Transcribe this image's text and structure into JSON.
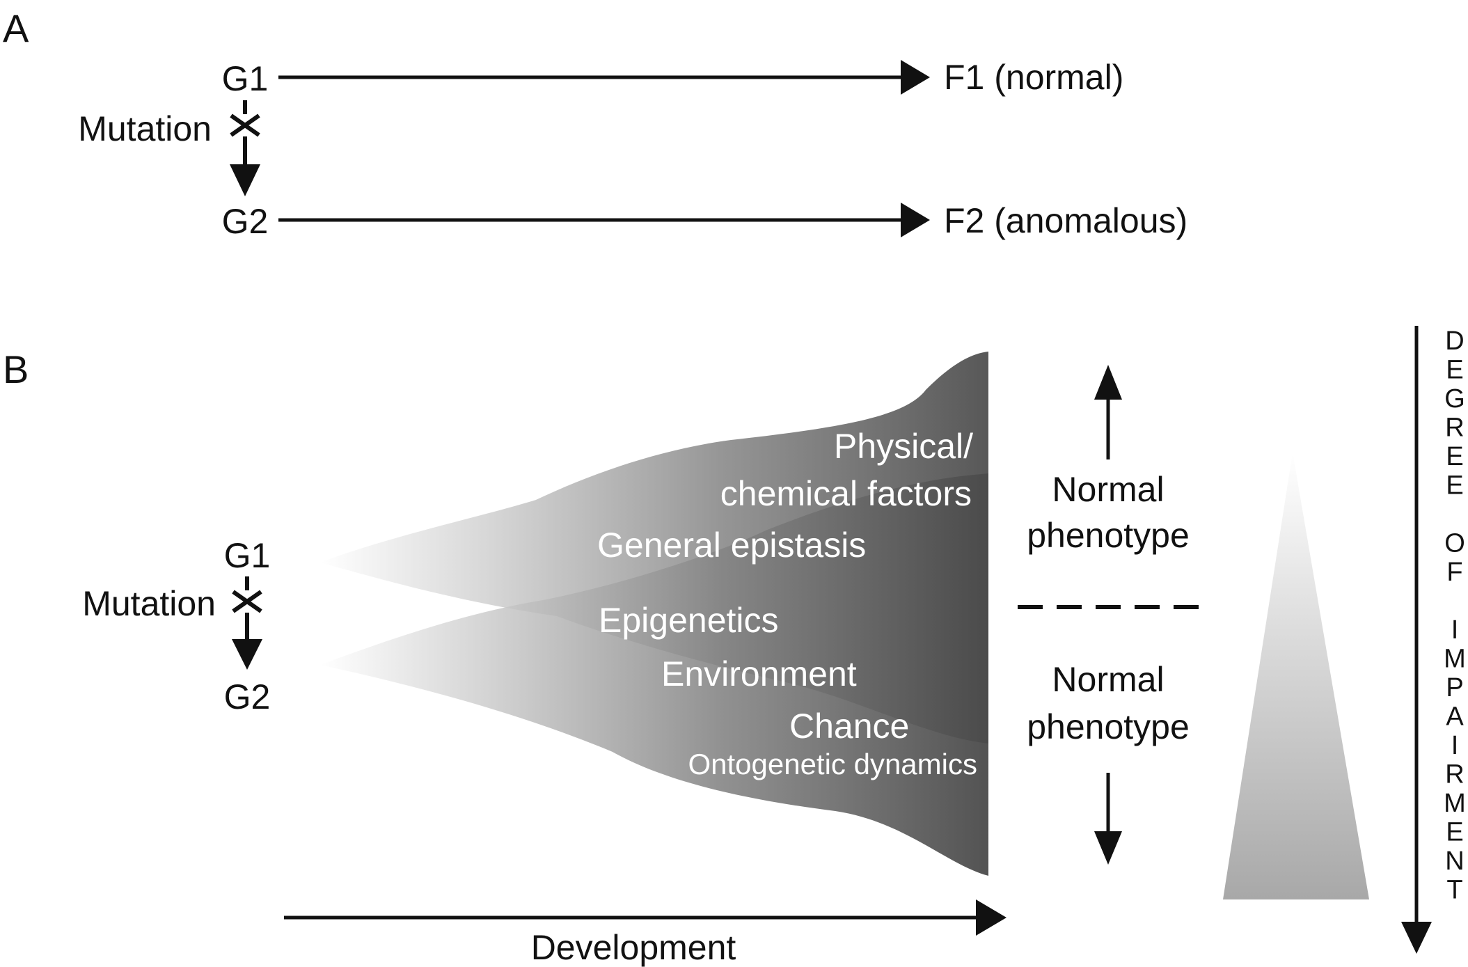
{
  "panel_a": {
    "letter": "A",
    "top_gene": "G1",
    "bottom_gene": "G2",
    "mutation_label": "Mutation",
    "top_outcome": "F1 (normal)",
    "bottom_outcome": "F2 (anomalous)"
  },
  "panel_b": {
    "letter": "B",
    "top_gene": "G1",
    "bottom_gene": "G2",
    "mutation_label": "Mutation",
    "factors": {
      "physical_line1": "Physical/",
      "physical_line2": "chemical factors",
      "epistasis": "General epistasis",
      "epigenetics": "Epigenetics",
      "environment": "Environment",
      "chance": "Chance",
      "ontogenetic": "Ontogenetic dynamics"
    },
    "upper_phenotype_line1": "Normal",
    "upper_phenotype_line2": "phenotype",
    "lower_phenotype_line1": "Normal",
    "lower_phenotype_line2": "phenotype",
    "development_label": "Development",
    "impairment_letters": [
      "D",
      "E",
      "G",
      "R",
      "E",
      "E",
      "",
      "O",
      "F",
      "",
      "I",
      "M",
      "P",
      "A",
      "I",
      "R",
      "M",
      "E",
      "N",
      "T"
    ]
  }
}
